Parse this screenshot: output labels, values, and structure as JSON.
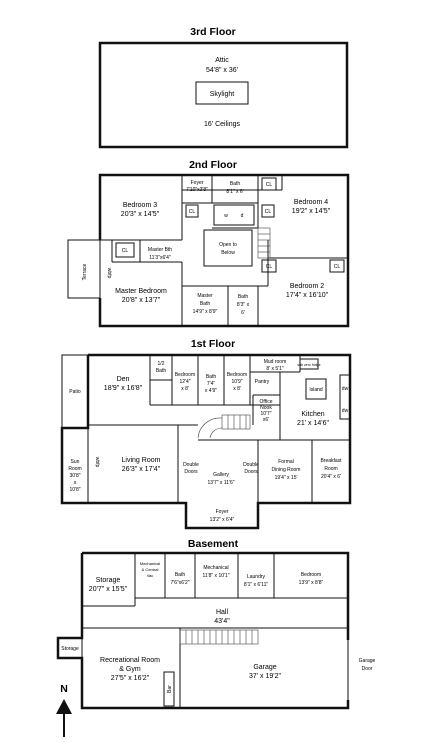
{
  "floors": {
    "third": {
      "title": "3rd Floor",
      "attic": {
        "name": "Attic",
        "dims": "54'8\" x 36'",
        "skylight": "Skylight",
        "ceilings": "16' Ceilings"
      }
    },
    "second": {
      "title": "2nd Floor",
      "foyer": {
        "name": "Foyer",
        "dims": "7'10\"x3'8\""
      },
      "bath": {
        "name": "Bath",
        "dims": "8'1\" x 6'"
      },
      "bedroom3": {
        "name": "Bedroom 3",
        "dims": "20'3\" x 14'5\""
      },
      "bedroom4": {
        "name": "Bedroom 4",
        "dims": "19'2\" x 14'5\""
      },
      "open_to_below": {
        "line1": "Open to",
        "line2": "Below"
      },
      "master_bth": {
        "name": "Master Bth",
        "dims": "11'3\"x6'4\""
      },
      "terrace": "Terrace",
      "wbfp": "wbfp",
      "master_bedroom": {
        "name": "Master Bedroom",
        "dims": "20'8\" x 13'7\""
      },
      "master_bath": {
        "line1": "Master",
        "line2": "Bath",
        "dims": "14'9\" x 8'9\""
      },
      "bath2": {
        "name": "Bath",
        "dims1": "8'3\" x",
        "dims2": "6'"
      },
      "bedroom2": {
        "name": "Bedroom 2",
        "dims": "17'4\" x 16'10\""
      },
      "closet": "CL",
      "w": "w",
      "d": "d"
    },
    "first": {
      "title": "1st Floor",
      "patio": "Patio",
      "den": {
        "name": "Den",
        "dims": "18'9\" x 16'8\""
      },
      "half_bath": {
        "line1": "1/2",
        "line2": "Bath"
      },
      "bedroom_a": {
        "name": "Bedroom",
        "dims1": "12'4\"",
        "dims2": "x 8'"
      },
      "bath": {
        "name": "Bath",
        "dims1": "7'4\"",
        "dims2": "x 4'9\""
      },
      "bedroom_b": {
        "name": "Bedroom",
        "dims1": "10'9\"",
        "dims2": "x 8'"
      },
      "mud_room": {
        "name": "Mud room",
        "dims": "8' x 5'1\""
      },
      "pantry": "Pantry",
      "island": "Island",
      "office_nook": {
        "line1": "Office",
        "line2": "Nook",
        "line3": "10'7\"",
        "line4": "x6'"
      },
      "sub_fridge": "sub zero fridge",
      "dw": "dw",
      "kitchen": {
        "name": "Kitchen",
        "dims": "21' x 14'6\""
      },
      "sun_room": {
        "line1": "Sun",
        "line2": "Room",
        "line3": "30'8\"",
        "line4": "x",
        "line5": "10'8\""
      },
      "wbfp": "wbfp",
      "living_room": {
        "name": "Living Room",
        "dims": "26'3\" x 17'4\""
      },
      "double_doors": {
        "line1": "Double",
        "line2": "Doors"
      },
      "gallery": {
        "name": "Gallery",
        "dims": "13'7\" x 11'6\""
      },
      "formal_dining": {
        "line1": "Formal",
        "line2": "Dining Room",
        "dims": "19'4\" x 15'"
      },
      "breakfast": {
        "line1": "Breakfast",
        "line2": "Room",
        "dims": "20'4\" x 6'"
      },
      "foyer": {
        "name": "Foyer",
        "dims": "13'2\" x 6'4\""
      }
    },
    "basement": {
      "title": "Basement",
      "storage": {
        "name": "Storage",
        "dims": "20'7\" x 15'5\""
      },
      "mechanical_central_vac": {
        "line1": "Mechanical",
        "line2": "& Central",
        "line3": "Vac"
      },
      "bath": {
        "name": "Bath",
        "dims": "7'6\"x6'2\""
      },
      "mechanical": {
        "name": "Mechanical",
        "dims": "11'8\" x 10'1\""
      },
      "laundry": {
        "name": "Laundry",
        "dims": "8'1\" x 6'11\""
      },
      "bedroom": {
        "name": "Bedroom",
        "dims": "13'9\" x 8'8\""
      },
      "hall": {
        "name": "Hall",
        "dims": "43'4\""
      },
      "storage_small": "Storage",
      "rec_room": {
        "line1": "Recreational Room",
        "line2": "& Gym",
        "dims": "27'5\" x 16'2\""
      },
      "bar": "Bar",
      "garage": {
        "name": "Garage",
        "dims": "37' x 19'2\""
      },
      "garage_door": {
        "line1": "Garage",
        "line2": "Door"
      }
    }
  },
  "compass": {
    "label": "N"
  }
}
